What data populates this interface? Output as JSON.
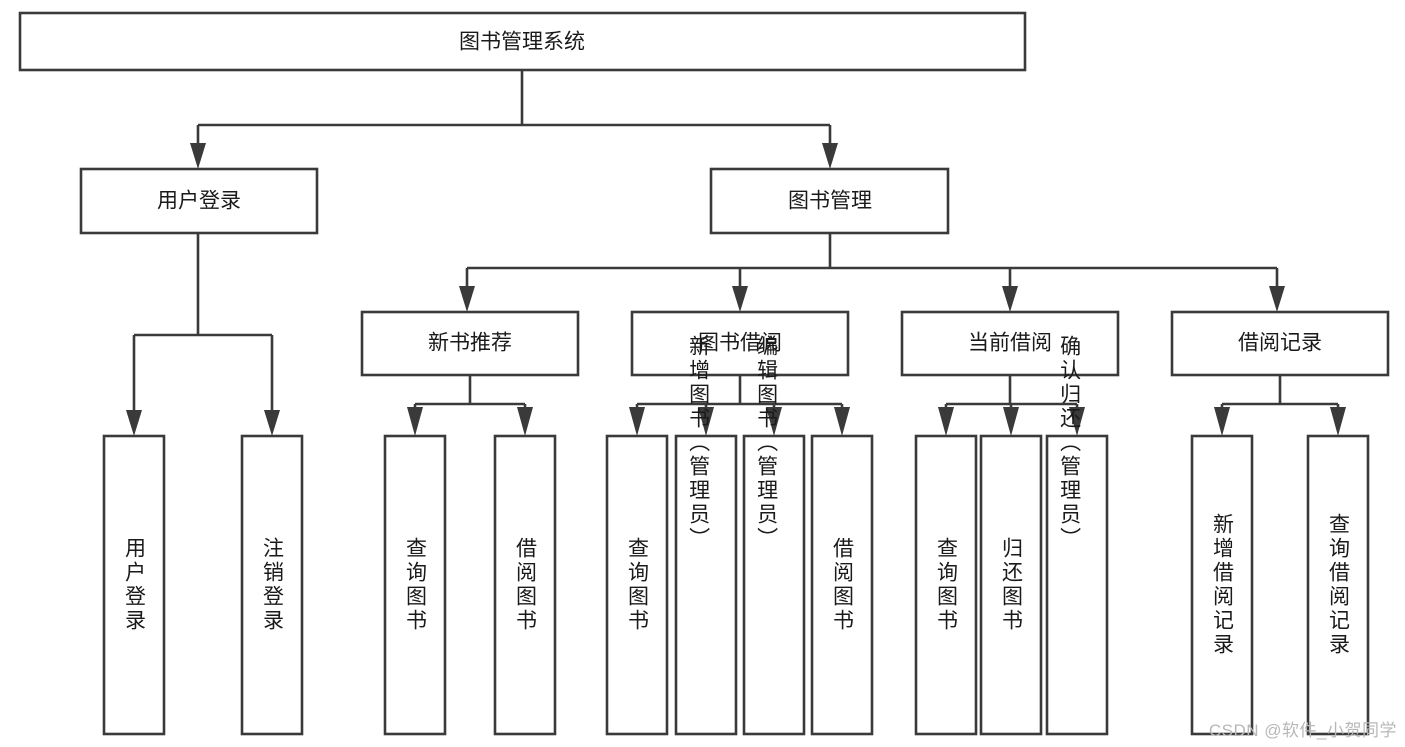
{
  "diagram": {
    "type": "tree-hierarchy",
    "root": {
      "id": "root",
      "label": "图书管理系统"
    },
    "level1": [
      {
        "id": "user-login",
        "label": "用户登录"
      },
      {
        "id": "book-manage",
        "label": "图书管理"
      }
    ],
    "level2": [
      {
        "id": "new-book-recommend",
        "label": "新书推荐",
        "parent": "book-manage"
      },
      {
        "id": "book-borrow",
        "label": "图书借阅",
        "parent": "book-manage"
      },
      {
        "id": "current-borrow",
        "label": "当前借阅",
        "parent": "book-manage"
      },
      {
        "id": "borrow-record",
        "label": "借阅记录",
        "parent": "book-manage"
      }
    ],
    "leaves": {
      "user_login": [
        {
          "id": "leaf-user-login",
          "label": "用户登录"
        },
        {
          "id": "leaf-logout-login",
          "label": "注销登录"
        }
      ],
      "new_book_recommend": [
        {
          "id": "leaf-query-book-1",
          "label": "查询图书"
        },
        {
          "id": "leaf-borrow-book-1",
          "label": "借阅图书"
        }
      ],
      "book_borrow": [
        {
          "id": "leaf-query-book-2",
          "label": "查询图书"
        },
        {
          "id": "leaf-add-book",
          "label": "新增图书（管理员）"
        },
        {
          "id": "leaf-edit-book",
          "label": "编辑图书（管理员）"
        },
        {
          "id": "leaf-borrow-book-2",
          "label": "借阅图书"
        }
      ],
      "current_borrow": [
        {
          "id": "leaf-query-book-3",
          "label": "查询图书"
        },
        {
          "id": "leaf-return-book",
          "label": "归还图书"
        },
        {
          "id": "leaf-confirm-return",
          "label": "确认归还（管理员）"
        }
      ],
      "borrow_record": [
        {
          "id": "leaf-add-record",
          "label": "新增借阅记录"
        },
        {
          "id": "leaf-query-record",
          "label": "查询借阅记录"
        }
      ]
    }
  },
  "watermark": {
    "text": "CSDN @软件_小贺同学"
  },
  "colors": {
    "box_stroke": "#3a3a3a",
    "box_fill": "#ffffff",
    "text": "#1a1a1a",
    "watermark": "#b8b8b8",
    "background": "#ffffff"
  }
}
